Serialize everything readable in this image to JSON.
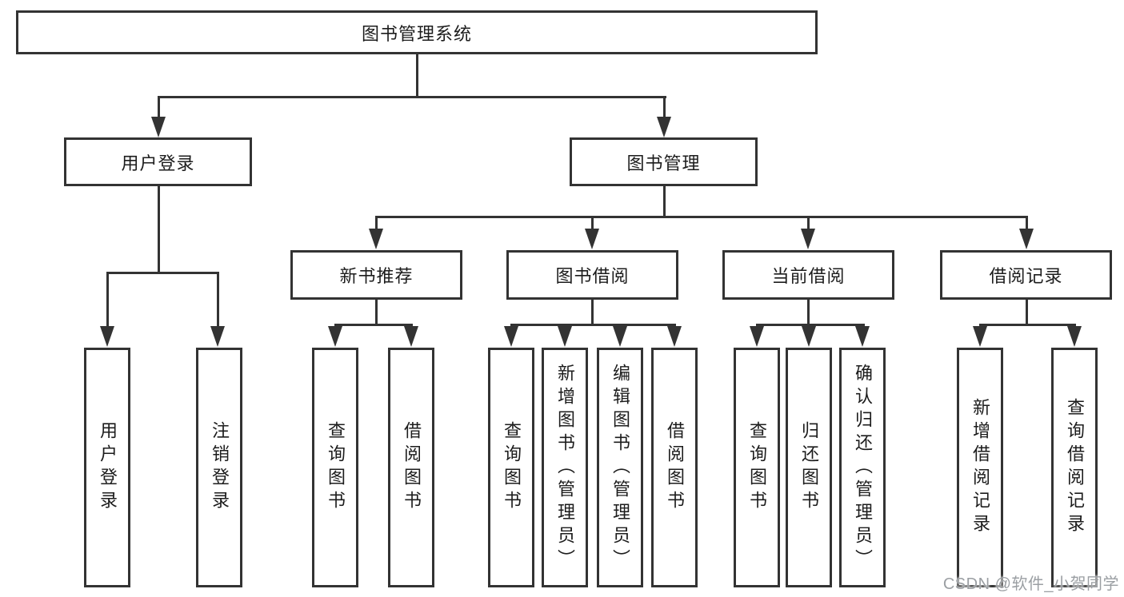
{
  "diagram": {
    "root": {
      "label": "图书管理系统"
    },
    "branches": [
      {
        "label": "用户登录",
        "children": [
          {
            "label": "用户登录"
          },
          {
            "label": "注销登录"
          }
        ]
      },
      {
        "label": "图书管理",
        "children": [
          {
            "label": "新书推荐",
            "children": [
              {
                "label": "查询图书"
              },
              {
                "label": "借阅图书"
              }
            ]
          },
          {
            "label": "图书借阅",
            "children": [
              {
                "label": "查询图书"
              },
              {
                "label": "新增图书（管理员）"
              },
              {
                "label": "编辑图书（管理员）"
              },
              {
                "label": "借阅图书"
              }
            ]
          },
          {
            "label": "当前借阅",
            "children": [
              {
                "label": "查询图书"
              },
              {
                "label": "归还图书"
              },
              {
                "label": "确认归还（管理员）"
              }
            ]
          },
          {
            "label": "借阅记录",
            "children": [
              {
                "label": "新增借阅记录"
              },
              {
                "label": "查询借阅记录"
              }
            ]
          }
        ]
      }
    ]
  },
  "watermark": {
    "text": "CSDN @软件_小贺同学"
  },
  "colors": {
    "line": "#333333",
    "text": "#1c1c1c",
    "watermark": "#9b9fa3",
    "background": "#ffffff"
  }
}
